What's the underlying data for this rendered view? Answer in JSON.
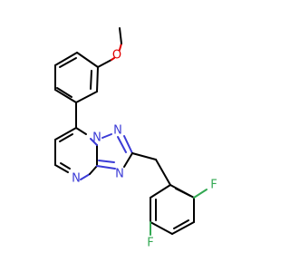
{
  "molecule": {
    "atoms": {
      "o_methoxy": "O",
      "n1": "N",
      "n2": "N",
      "n3": "N",
      "n4": "N",
      "f_top": "F",
      "f_bottom": "F"
    },
    "colors": {
      "carbon_bond": "#000000",
      "nitrogen": "#3b3bd6",
      "oxygen": "#e00000",
      "fluorine": "#32a852",
      "background": "#ffffff"
    }
  }
}
